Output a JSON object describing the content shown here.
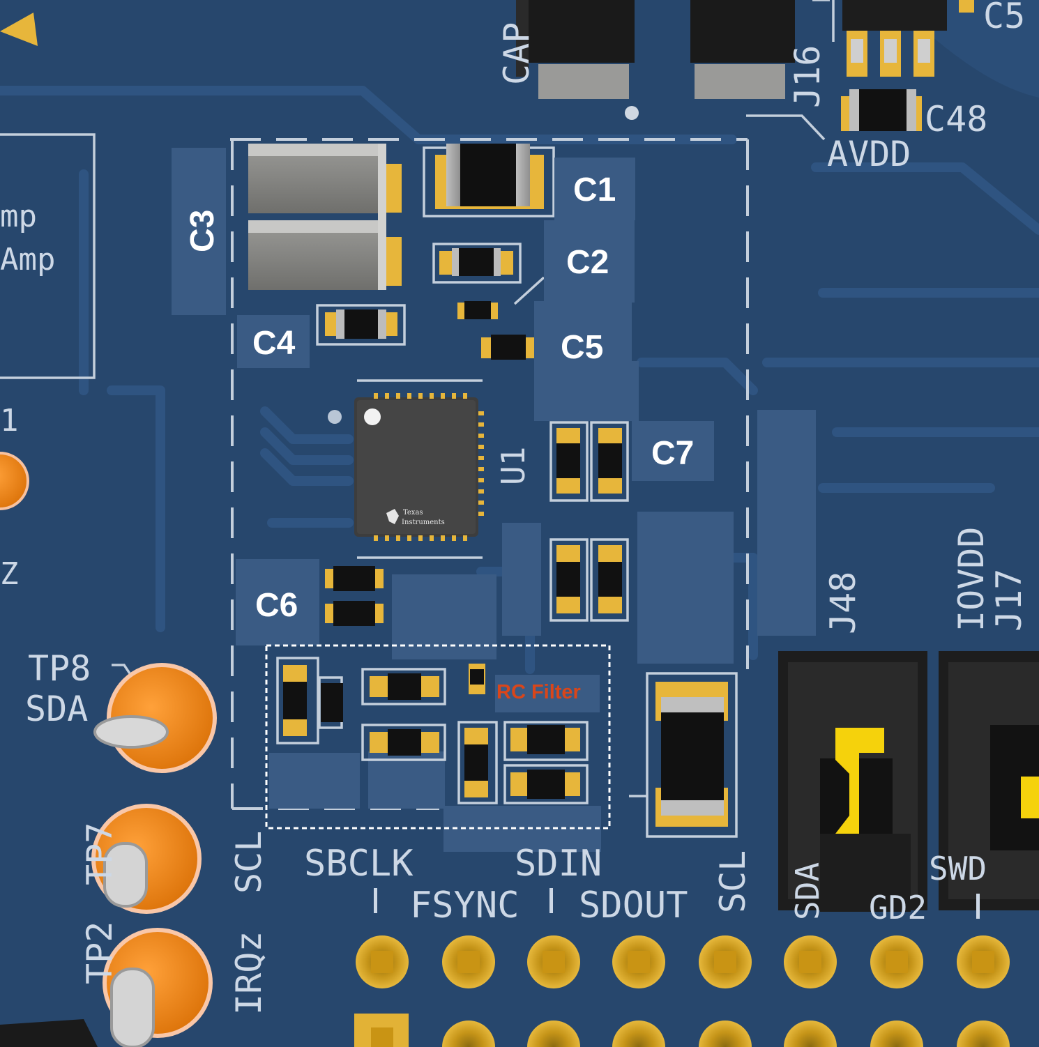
{
  "board": {
    "colors": {
      "pcb": "#27476d",
      "trace": "#2f5481",
      "silkscreen": "#cdd8e6",
      "pad": "#e7b63b",
      "label_box": "#3a5b84",
      "testpoint": "#f08a14",
      "jumper_shunt": "#f5d20c",
      "rc_filter_text": "#d9461a"
    },
    "icons": {
      "ic": "qfn-ic-icon",
      "ti_logo": "texas-instruments-logo-icon",
      "jumper": "jumper-header-icon",
      "testpoint": "testpoint-icon"
    },
    "callouts": {
      "c1": "C1",
      "c2": "C2",
      "c3": "C3",
      "c4": "C4",
      "c5": "C5",
      "c6": "C6",
      "c7": "C7"
    },
    "filter_label": "RC Filter",
    "ic": {
      "logo_line1": "Texas",
      "logo_line2": "Instruments"
    },
    "silkscreen": {
      "cap": "CAP",
      "j16": "J16",
      "c48": "C48",
      "avdd": "AVDD",
      "u1": "U1",
      "amp1": "mp",
      "amp2": "Amp",
      "tp8": "TP8",
      "sda_left": "SDA",
      "tp7": "TP7",
      "tp2": "TP2",
      "scl_left": "SCL",
      "irqz": "IRQz",
      "sbclk": "SBCLK",
      "sdin": "SDIN",
      "fsync": "FSYNC",
      "sdout": "SDOUT",
      "scl_right": "SCL",
      "j48": "J48",
      "iovdd": "IOVDD",
      "j17": "J17",
      "sda_bottom": "SDA",
      "gd2": "GD2",
      "swd": "SWD",
      "c5_corner": "C5",
      "one_left": "1",
      "z_left": "Z"
    }
  }
}
